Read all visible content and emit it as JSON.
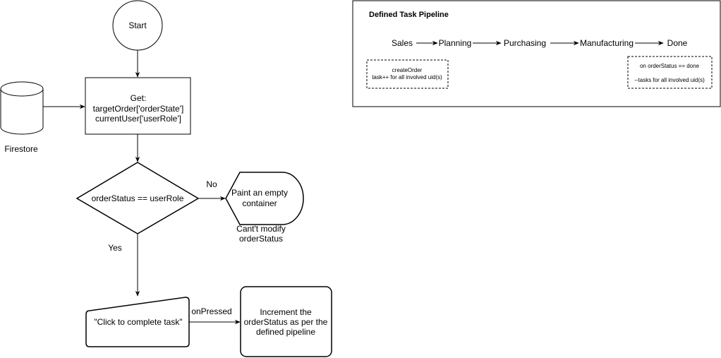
{
  "flowchart": {
    "start": "Start",
    "datastore_label": "Firestore",
    "get_box": [
      "Get:",
      "targetOrder['orderState']",
      "currentUser['userRole']"
    ],
    "decision": "orderStatus == userRole",
    "no_label": "No",
    "yes_label": "Yes",
    "display_box": [
      "Paint an empty",
      "container"
    ],
    "display_note": [
      "Cant't modify",
      "orderStatus"
    ],
    "manual_input": "\"Click to complete task\"",
    "on_pressed": "onPressed",
    "process_box": [
      "Increment the",
      "orderStatus as per the",
      "defined pipeline"
    ]
  },
  "pipeline": {
    "title": "Defined Task Pipeline",
    "stages": [
      "Sales",
      "Planning",
      "Purchasing",
      "Manufacturing",
      "Done"
    ],
    "note_left": [
      "createOrder",
      "task++ for all involved uid(s)"
    ],
    "note_right": [
      "on orderStatus == done",
      "--tasks for all involved uid(s)"
    ]
  }
}
